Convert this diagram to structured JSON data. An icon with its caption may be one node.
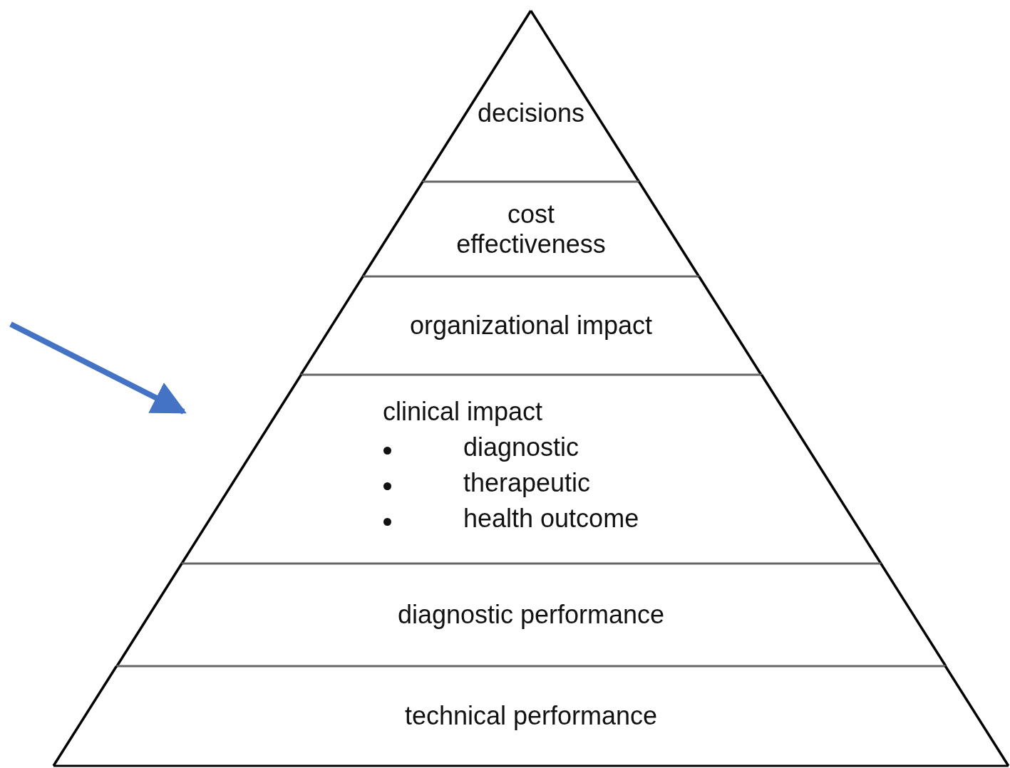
{
  "diagram": {
    "nodes": [
      {
        "text": [
          "decisions"
        ]
      },
      {
        "text": [
          "cost effectiveness"
        ]
      },
      {
        "text": [
          "organizational impact"
        ]
      },
      {
        "text": [
          "clinical impact",
          "diagnostic",
          "therapeutic",
          "health outcome"
        ]
      },
      {
        "text": [
          "diagnostic performance"
        ]
      },
      {
        "text": [
          "technical performance"
        ]
      }
    ],
    "edges": [
      {
        "from": null,
        "to": 3,
        "arrow": "to",
        "color": "#4472c4"
      }
    ]
  }
}
